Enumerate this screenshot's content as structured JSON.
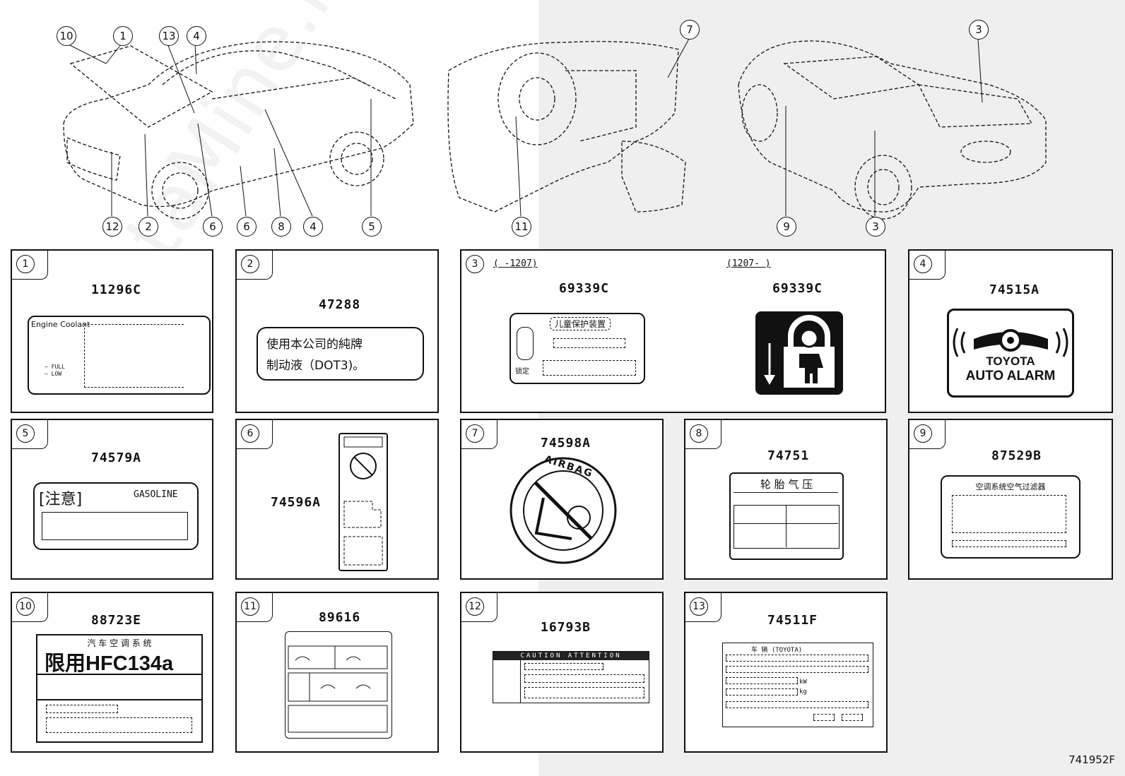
{
  "diagram": {
    "figure_id": "741952F",
    "callouts_front": [
      "10",
      "1",
      "13",
      "4",
      "12",
      "2",
      "6",
      "6",
      "8",
      "4",
      "5"
    ],
    "callouts_interior": [
      "7",
      "11"
    ],
    "callouts_rear": [
      "3",
      "9",
      "3"
    ]
  },
  "panels": [
    {
      "num": "1",
      "code": "11296C",
      "label_text": "Engine Coolant",
      "full": "FULL",
      "low": "LOW"
    },
    {
      "num": "2",
      "code": "47288",
      "line1": "使用本公司的純牌",
      "line2": "制动液（DOT3)。"
    },
    {
      "num": "3",
      "range_left": "(   -1207)",
      "range_right": "(1207-   )",
      "code_left": "69339C",
      "code_right": "69339C",
      "title": "儿童保护装置",
      "side_text": "锁定"
    },
    {
      "num": "4",
      "code": "74515A",
      "line1": "TOYOTA",
      "line2": "AUTO ALARM"
    },
    {
      "num": "5",
      "code": "74579A",
      "caution": "[注意]",
      "gasoline": "GASOLINE"
    },
    {
      "num": "6",
      "code": "74596A"
    },
    {
      "num": "7",
      "code": "74598A",
      "ring_text": "AIRBAG"
    },
    {
      "num": "8",
      "code": "74751",
      "title": "轮 胎 气 压"
    },
    {
      "num": "9",
      "code": "87529B",
      "title": "空调系统空气过滤器"
    },
    {
      "num": "10",
      "code": "88723E",
      "title": "汽 车 空 调 系 统",
      "main": "限用HFC134a"
    },
    {
      "num": "11",
      "code": "89616"
    },
    {
      "num": "12",
      "code": "16793B",
      "header": "CAUTION  ATTENTION"
    },
    {
      "num": "13",
      "code": "74511F",
      "header": "车 辆 (TOYOTA)",
      "unit_kw": "kW",
      "unit_kg": "kg"
    }
  ]
}
